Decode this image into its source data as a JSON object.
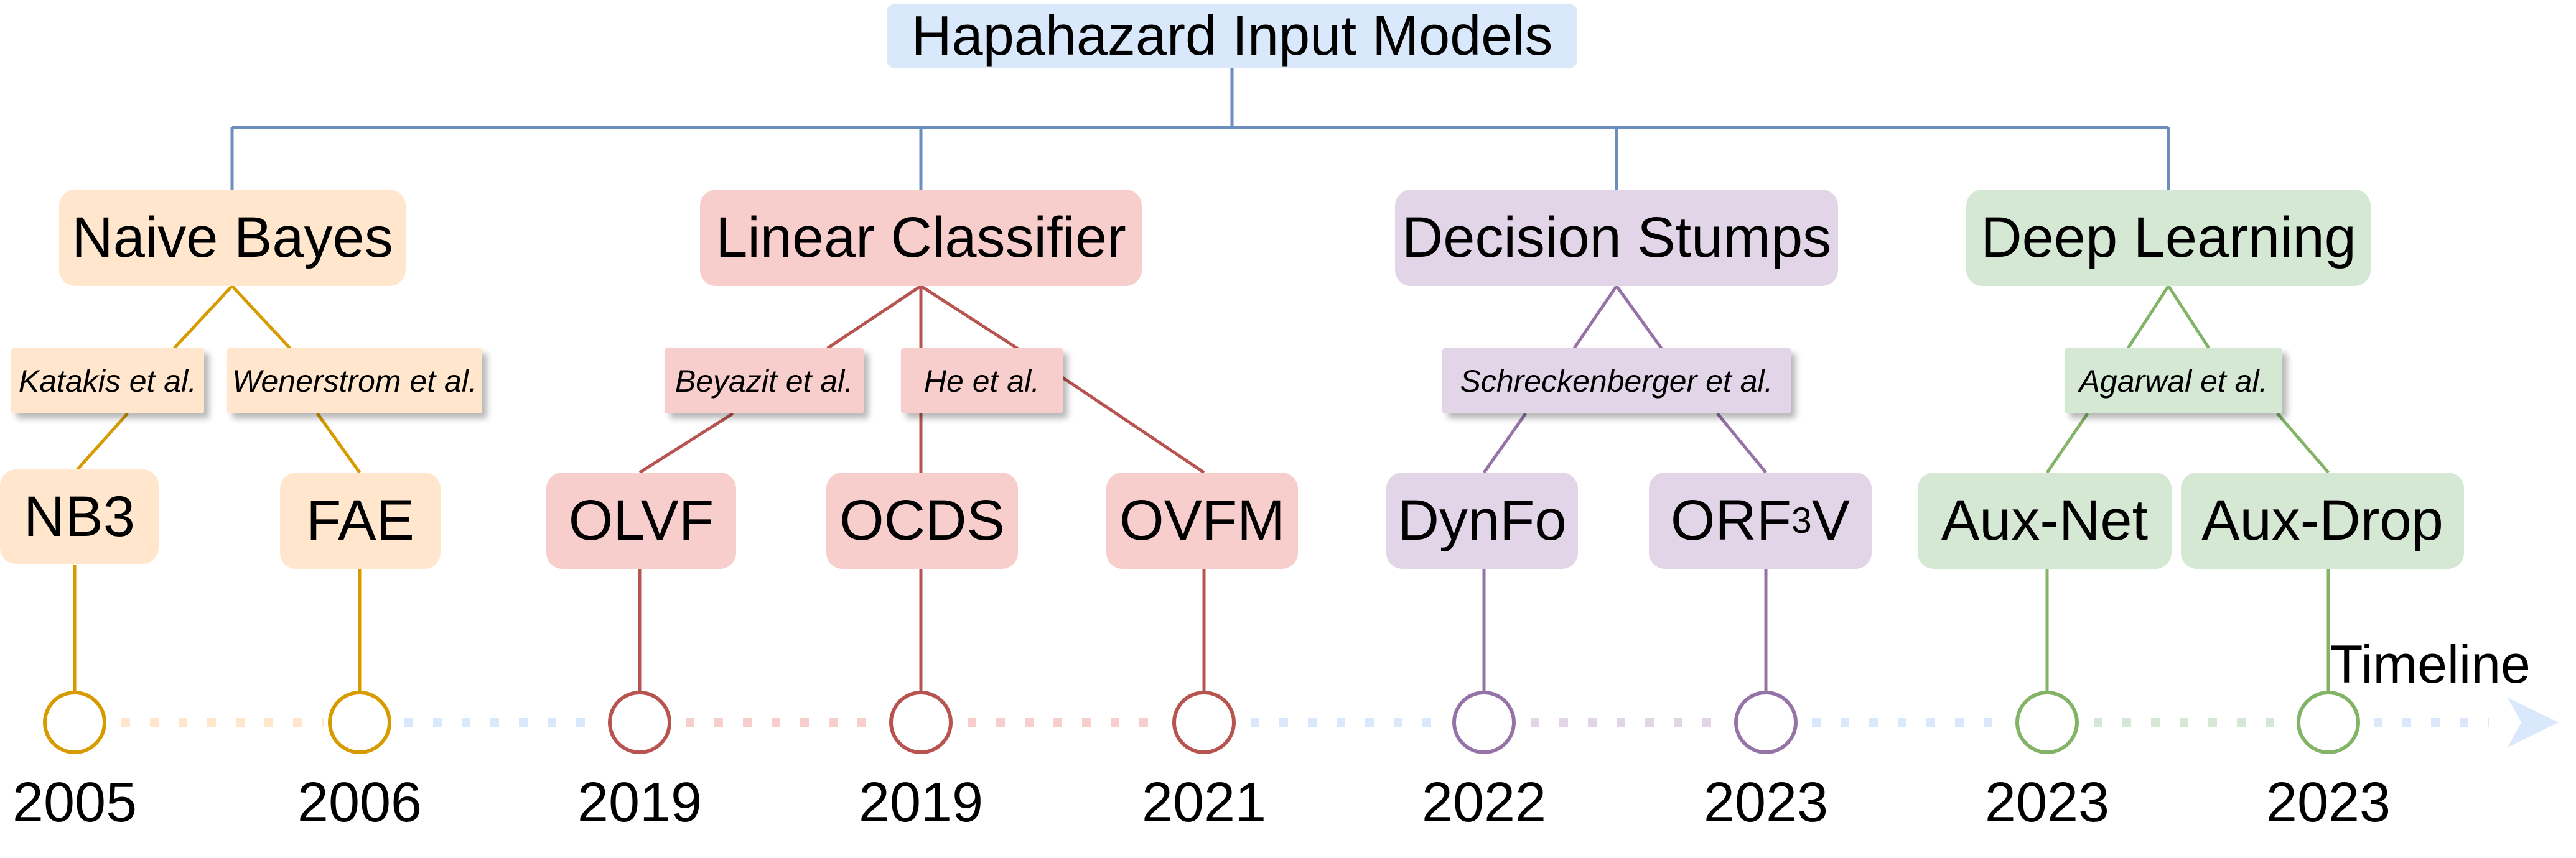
{
  "title": "Hapahazard Input Models",
  "timeline_label": "Timeline",
  "colors": {
    "tree_line": "#6c8ebf",
    "orange": "#d79b00",
    "red": "#b85450",
    "purple": "#9673a6",
    "green": "#82b366",
    "timeline_dots_blue": "#dae8fc",
    "timeline_arrow": "#dae8fc"
  },
  "categories": [
    {
      "label": "Naive Bayes"
    },
    {
      "label": "Linear Classifier"
    },
    {
      "label": "Decision Stumps"
    },
    {
      "label": "Deep Learning"
    }
  ],
  "authors": [
    {
      "label": "Katakis et al."
    },
    {
      "label": "Wenerstrom et al."
    },
    {
      "label": "Beyazit et al."
    },
    {
      "label": "He et al."
    },
    {
      "label": "Schreckenberger et al."
    },
    {
      "label": "Agarwal et al."
    }
  ],
  "models": [
    {
      "label": "NB3",
      "year": "2005"
    },
    {
      "label": "FAE",
      "year": "2006"
    },
    {
      "label": "OLVF",
      "year": "2019"
    },
    {
      "label": "OCDS",
      "year": "2019"
    },
    {
      "label": "OVFM",
      "year": "2021"
    },
    {
      "label": "DynFo",
      "year": "2022"
    },
    {
      "label_base": "ORF",
      "label_sup": "3",
      "label_tail": "V",
      "year": "2023"
    },
    {
      "label": "Aux-Net",
      "year": "2023"
    },
    {
      "label": "Aux-Drop",
      "year": "2023"
    }
  ]
}
